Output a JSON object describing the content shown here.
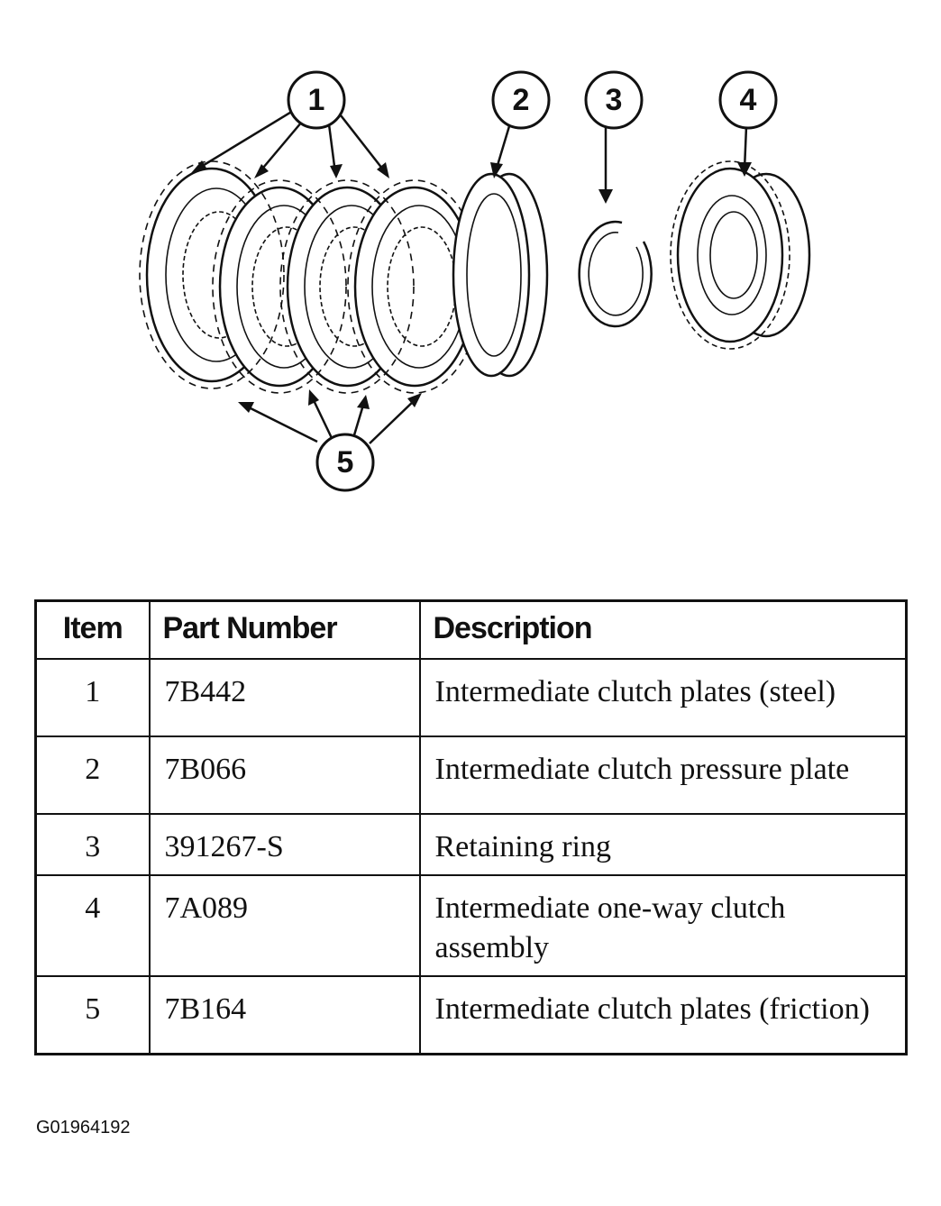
{
  "callouts": [
    "1",
    "2",
    "3",
    "4",
    "5"
  ],
  "table": {
    "headers": {
      "item": "Item",
      "part_number": "Part Number",
      "description": "Description"
    },
    "rows": [
      {
        "item": "1",
        "part_number": "7B442",
        "description": "Intermediate clutch plates (steel)"
      },
      {
        "item": "2",
        "part_number": "7B066",
        "description": "Intermediate clutch pressure plate"
      },
      {
        "item": "3",
        "part_number": "391267-S",
        "description": "Retaining ring"
      },
      {
        "item": "4",
        "part_number": "7A089",
        "description": "Intermediate one-way clutch assembly"
      },
      {
        "item": "5",
        "part_number": "7B164",
        "description": "Intermediate clutch plates (friction)"
      }
    ]
  },
  "figure_id": "G01964192"
}
